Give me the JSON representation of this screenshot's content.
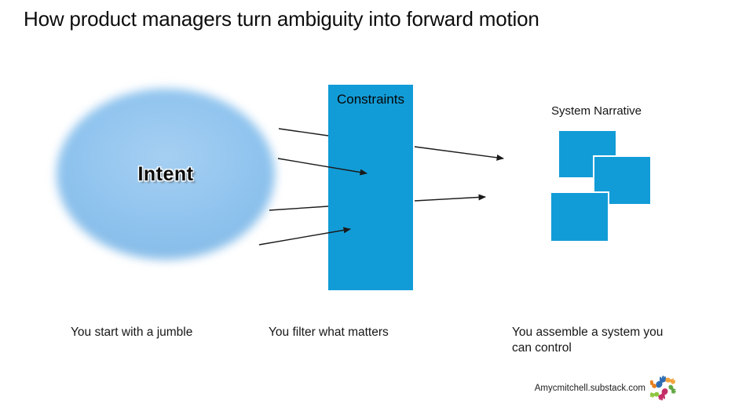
{
  "title": "How product managers turn ambiguity into forward motion",
  "diagram": {
    "intent_label": "Intent",
    "constraints_label": "Constraints",
    "system_narrative_label": "System Narrative",
    "narrative_card_count": 3,
    "colors": {
      "shape_cyan": "#129CD7",
      "ellipse_blue": "#8EC3EE",
      "arrow_black": "#1a1a1a"
    }
  },
  "captions": {
    "step1": "You start with a jumble",
    "step2": "You filter what matters",
    "step3": "You assemble a system you can control"
  },
  "footer": {
    "site": "Amycmitchell.substack.com",
    "logo_icon": "colorful-hands-logo"
  }
}
